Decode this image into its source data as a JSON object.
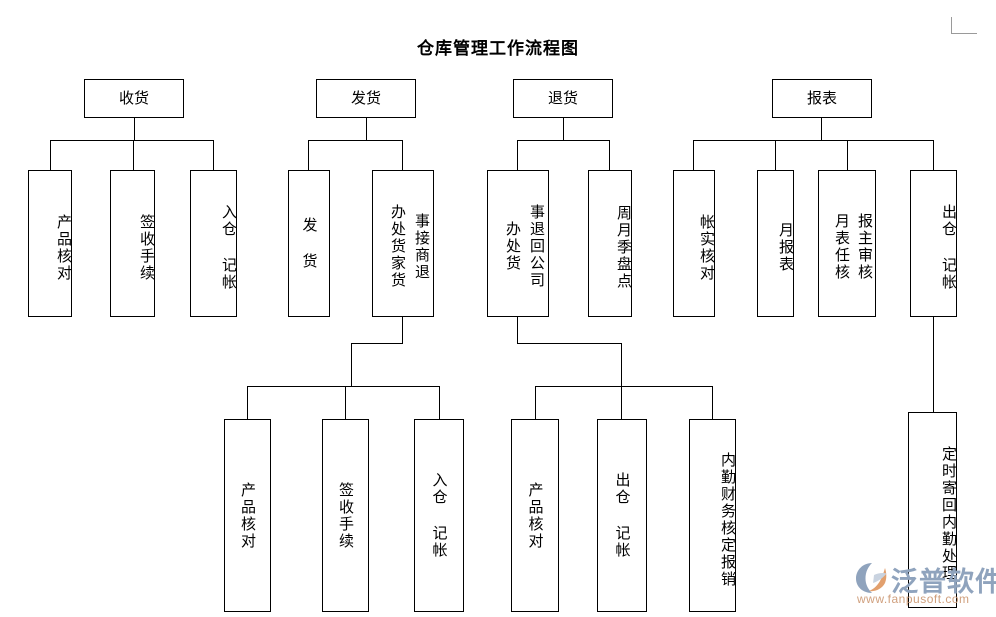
{
  "title": "仓库管理工作流程图",
  "page": {
    "background_color": "#ffffff",
    "line_color": "#000000",
    "text_color": "#000000",
    "corner_mark_color": "#9a9a9a"
  },
  "watermark": {
    "brand": "泛普软件",
    "url": "www.fanpusoft.com",
    "brand_color": "#8fa3bd",
    "url_color": "#d0a07e",
    "logo_name": "fanpu-logo-icon"
  },
  "nodes": {
    "root_receiving": "收货",
    "root_shipping": "发货",
    "root_returns": "退货",
    "root_reports": "报表",
    "recv_c1": "产品核对",
    "recv_c2": "签收手续",
    "recv_c3": "入仓 记帐",
    "ship_c1": "发 货",
    "ship_c2_col_right": "事接商退",
    "ship_c2_col_left": "办处货家货",
    "ret_c1_col_right": "事退回公司",
    "ret_c1_col_left": "办处货",
    "ret_c2": "周月季盘点",
    "rep_c1": "帐实核对",
    "rep_c2": "月报表",
    "rep_c3_col_right": "报主审核",
    "rep_c3_col_left": "月表任核",
    "rep_c4": "出仓 记帐",
    "mid_l1": "产品核对",
    "mid_l2": "签收手续",
    "mid_l3": "入仓 记帐",
    "mid_r1": "产品核对",
    "mid_r2": "出仓 记帐",
    "mid_r3": "内勤财务核定报销",
    "bottom_right": "定时寄回内勤处理"
  }
}
